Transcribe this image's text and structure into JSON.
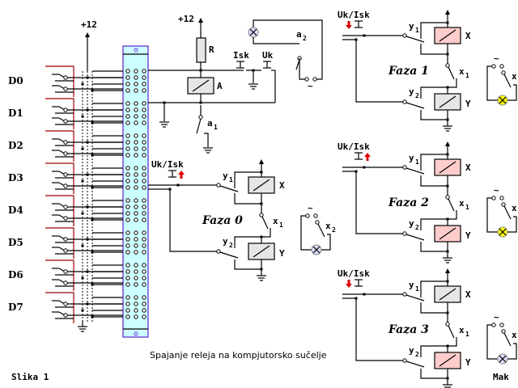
{
  "figure_label": "Slika 1",
  "author": "Mak",
  "caption": "Spajanje releja na kompjutorsko sučelje",
  "supply_label": "+12",
  "data_lines": [
    "D0",
    "D1",
    "D2",
    "D3",
    "D4",
    "D5",
    "D6",
    "D7"
  ],
  "main_circuit": {
    "resistor_label": "R",
    "relay_label": "A",
    "contact_a1": "a",
    "contact_a1_sub": "1",
    "contact_a2": "a",
    "contact_a2_sub": "2",
    "button_isk": "Isk",
    "button_uk": "Uk",
    "ac_symbol": "~"
  },
  "phases": [
    {
      "title": "Faza 0",
      "button": "Uk/Isk",
      "arrow": "up",
      "relay_x_active": false,
      "relay_y_active": false,
      "lamp_on": false
    },
    {
      "title": "Faza 1",
      "button": "Uk/Isk",
      "arrow": "down",
      "relay_x_active": true,
      "relay_y_active": false,
      "lamp_on": true
    },
    {
      "title": "Faza 2",
      "button": "Uk/Isk",
      "arrow": "up",
      "relay_x_active": true,
      "relay_y_active": true,
      "lamp_on": true
    },
    {
      "title": "Faza 3",
      "button": "Uk/Isk",
      "arrow": "down",
      "relay_x_active": false,
      "relay_y_active": true,
      "lamp_on": false
    }
  ],
  "relay_labels": {
    "x": "X",
    "y": "Y",
    "y1": "y",
    "y1_sub": "1",
    "y2": "y",
    "y2_sub": "2",
    "x1": "x",
    "x1_sub": "1",
    "x2": "x",
    "x2_sub": "2"
  },
  "colors": {
    "connector_fill": "#ccffff",
    "connector_border": "#6633cc",
    "relay_active": "#ffcccc",
    "relay_inactive": "#e6e6e6",
    "lamp_on": "#ffff00",
    "lamp_off": "#ddddff",
    "bus_red": "#a00000",
    "arrow_red": "#dd0000",
    "resistor": "#e6e6e6"
  }
}
